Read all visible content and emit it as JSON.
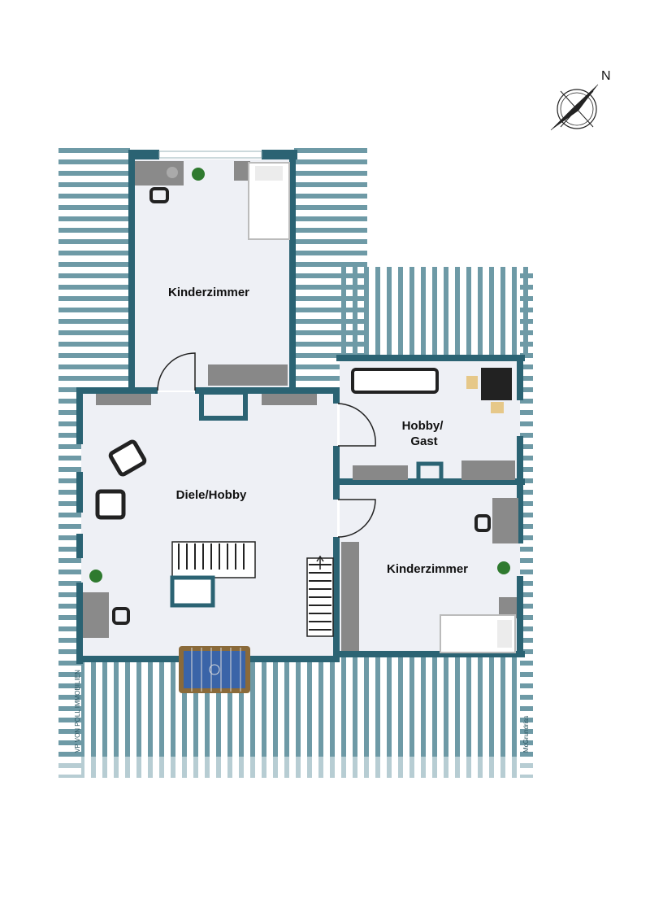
{
  "rooms": {
    "kinderzimmer_top": "Kinderzimmer",
    "hobby_gast_line1": "Hobby/",
    "hobby_gast_line2": "Gast",
    "diele_hobby": "Diele/Hobby",
    "kinderzimmer_right": "Kinderzimmer"
  },
  "compass": {
    "label": "N",
    "icon": "compass-icon"
  },
  "branding": {
    "vonpoll_logo": "VP VON POLL IMMOBILIEN",
    "mcgrundriss": "McGrundriss"
  },
  "colors": {
    "wall": "#2b6373",
    "roof_stripe": "#3f7d8c",
    "floor": "#eef0f5",
    "furniture": "#7a7a7a"
  }
}
